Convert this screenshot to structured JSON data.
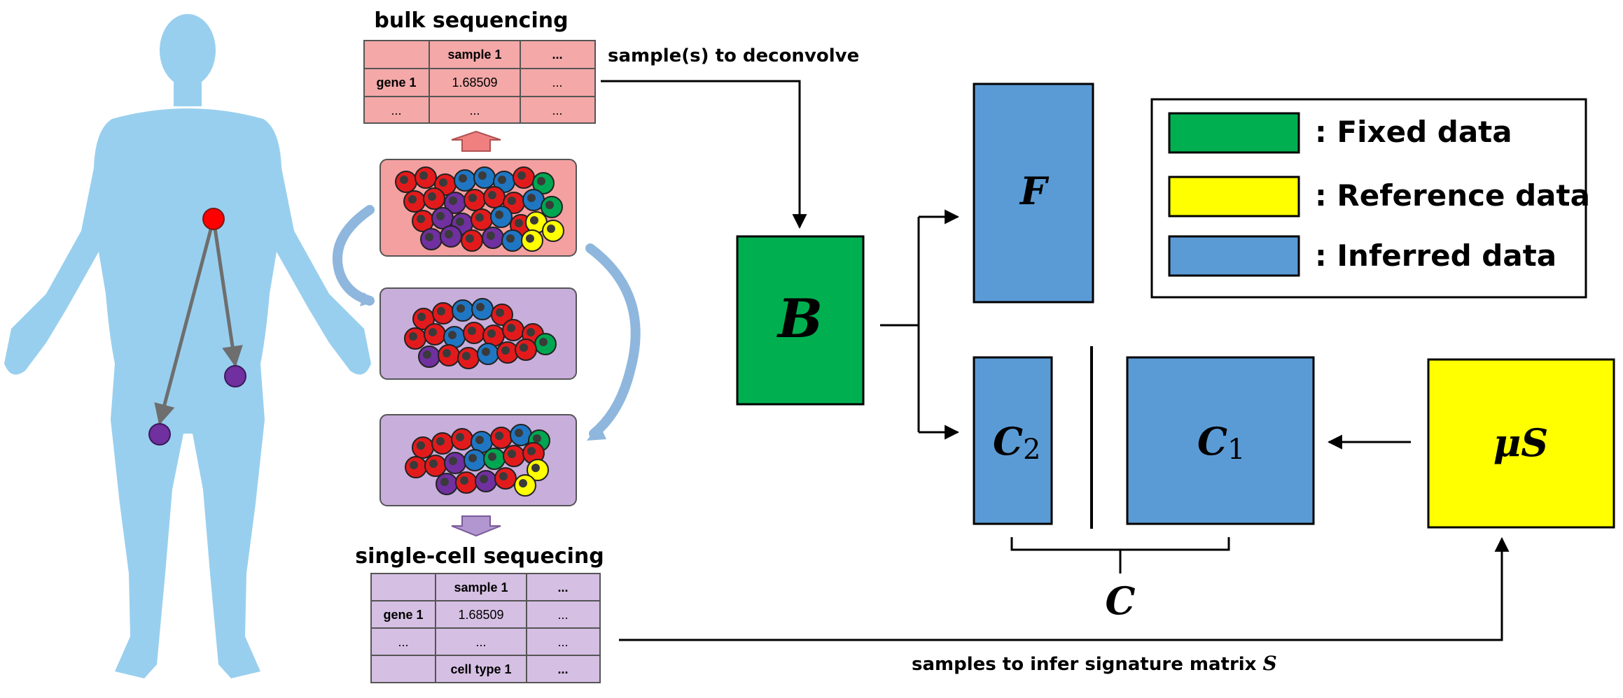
{
  "colors": {
    "body": "#99cfee",
    "bulk_table": "#f4a8a8",
    "sc_table": "#d5bfe3",
    "fixed": "#00b050",
    "reference": "#ffff00",
    "inferred": "#5b9bd5",
    "cell_red": "#e31a1c",
    "cell_blue": "#1f77c4",
    "cell_purple": "#7030a0",
    "cell_green": "#00a651",
    "cell_yellow": "#ffff00"
  },
  "bulk": {
    "title": "bulk sequencing",
    "table": {
      "header": [
        "",
        "sample 1",
        "..."
      ],
      "rows": [
        [
          "gene 1",
          "1.68509",
          "..."
        ],
        [
          "...",
          "...",
          "..."
        ]
      ]
    }
  },
  "single_cell": {
    "title": "single-cell sequecing",
    "table": {
      "header": [
        "",
        "sample 1",
        "..."
      ],
      "rows": [
        [
          "gene 1",
          "1.68509",
          "..."
        ],
        [
          "...",
          "...",
          "..."
        ],
        [
          "",
          "cell type 1",
          "..."
        ]
      ]
    }
  },
  "labels": {
    "to_deconvolve": "sample(s) to deconvolve",
    "infer_signature": "samples to infer signature matrix ",
    "infer_signature_sym": "S"
  },
  "matrices": {
    "B": "B",
    "F": "F",
    "C2": "C",
    "C2_sub": "2",
    "C1": "C",
    "C1_sub": "1",
    "C": "C",
    "muS": "μS"
  },
  "legend": [
    {
      "name": "fixed",
      "color": "#00b050",
      "label": ": Fixed data"
    },
    {
      "name": "reference",
      "color": "#ffff00",
      "label": ": Reference data"
    },
    {
      "name": "inferred",
      "color": "#5b9bd5",
      "label": ": Inferred data"
    }
  ]
}
